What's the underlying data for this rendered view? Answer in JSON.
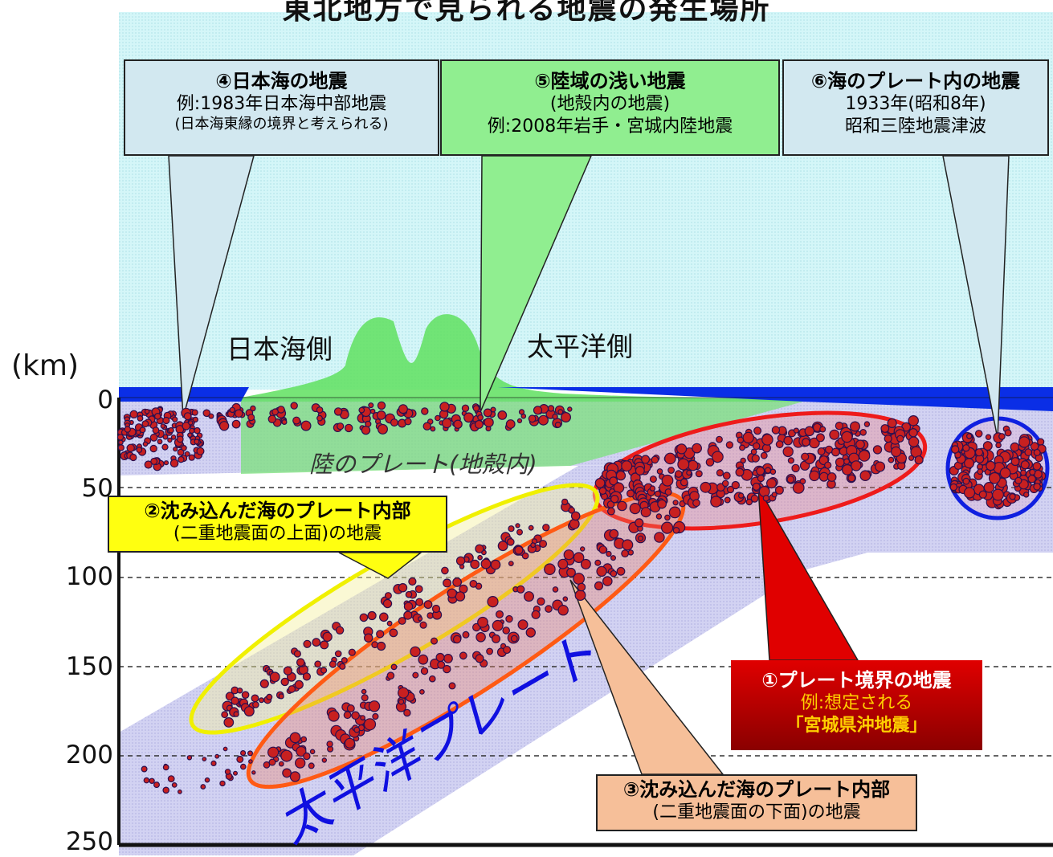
{
  "title": "東北地方で見られる地震の発生場所",
  "axis": {
    "unit": "(km)",
    "ticks": [
      "0",
      "50",
      "100",
      "150",
      "200",
      "250"
    ]
  },
  "labels": {
    "japan_sea_side": "日本海側",
    "pacific_side": "太平洋側",
    "land_plate": "陸のプレート(地殻内)",
    "pacific_plate": "太平洋プレート"
  },
  "boxes": {
    "b4": {
      "head": "④日本海の地震",
      "line1": "例:1983年日本海中部地震",
      "line2": "(日本海東縁の境界と考えられる)"
    },
    "b5": {
      "head": "⑤陸域の浅い地震",
      "line1": "(地殻内の地震)",
      "line2": "例:2008年岩手・宮城内陸地震"
    },
    "b6": {
      "head": "⑥海のプレート内の地震",
      "line1": "1933年(昭和8年)",
      "line2": "昭和三陸地震津波"
    },
    "b2": {
      "head": "②沈み込んだ海のプレート内部",
      "line1": "(二重地震面の上面)の地震"
    },
    "b3": {
      "head": "③沈み込んだ海のプレート内部",
      "line1": "(二重地震面の下面)の地震"
    },
    "b1": {
      "head": "①プレート境界の地震",
      "line1": "例:想定される",
      "line2": "「宮城県沖地震」"
    }
  },
  "colors": {
    "sky": "#cdf3f6",
    "sea": "#0a2ee6",
    "land": "#5fe05f",
    "plate": "#c9c9ef",
    "quake": "#c82020"
  }
}
